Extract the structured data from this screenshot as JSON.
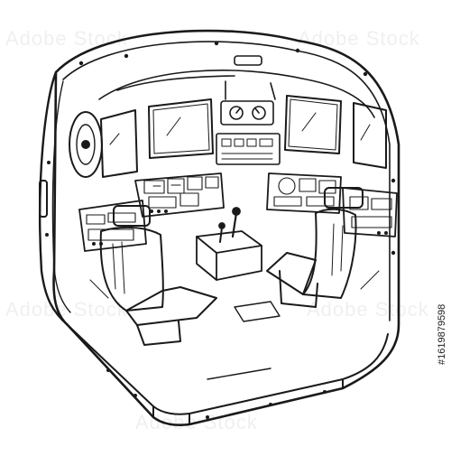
{
  "image": {
    "subject": "cockpit-cabin",
    "style": "black-ink line drawing",
    "background_color": "#ffffff",
    "ink_color": "#1a1a1a"
  },
  "watermark": {
    "brand": "Adobe Stock",
    "stock_id": "#1619879598"
  }
}
